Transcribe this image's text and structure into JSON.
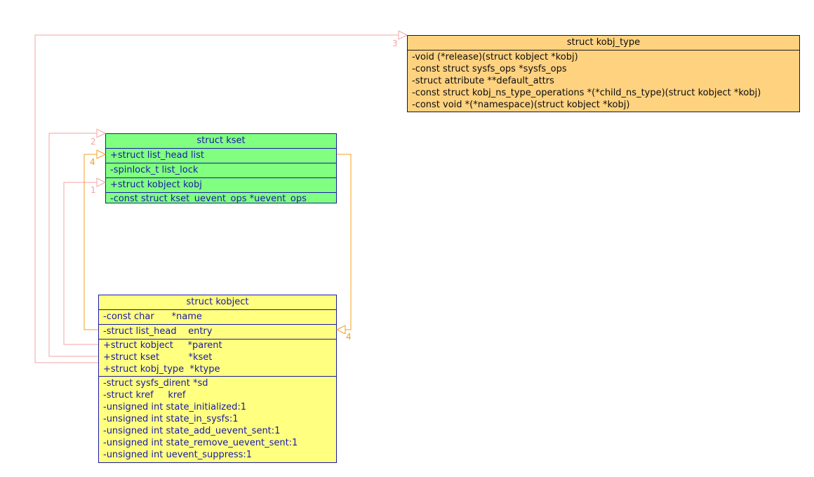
{
  "kobj_type": {
    "title": "struct kobj_type",
    "fields": [
      "-void (*release)(struct kobject *kobj)",
      "-const struct sysfs_ops *sysfs_ops",
      "-struct attribute **default_attrs",
      "-const struct kobj_ns_type_operations *(*child_ns_type)(struct kobject *kobj)",
      "-const void *(*namespace)(struct kobject *kobj)"
    ]
  },
  "kset": {
    "title": "struct kset",
    "fields": [
      "+struct list_head list",
      "-spinlock_t list_lock",
      "+struct kobject kobj",
      "-const struct kset_uevent_ops *uevent_ops"
    ]
  },
  "kobject": {
    "title": "struct kobject",
    "section1": [
      "-const char      *name",
      "-struct list_head    entry"
    ],
    "section2": [
      "+struct kobject     *parent",
      "+struct kset          *kset",
      "+struct kobj_type  *ktype"
    ],
    "section3": [
      "-struct sysfs_dirent *sd",
      "-struct kref     kref",
      "-unsigned int state_initialized:1",
      "-unsigned int state_in_sysfs:1",
      "-unsigned int state_add_uevent_sent:1",
      "-unsigned int state_remove_uevent_sent:1",
      "-unsigned int uevent_suppress:1"
    ]
  },
  "connectors": {
    "labels": [
      "1",
      "2",
      "3",
      "4",
      "4"
    ],
    "pink_color": "#f4a3a3",
    "orange_color": "#f0a020"
  }
}
